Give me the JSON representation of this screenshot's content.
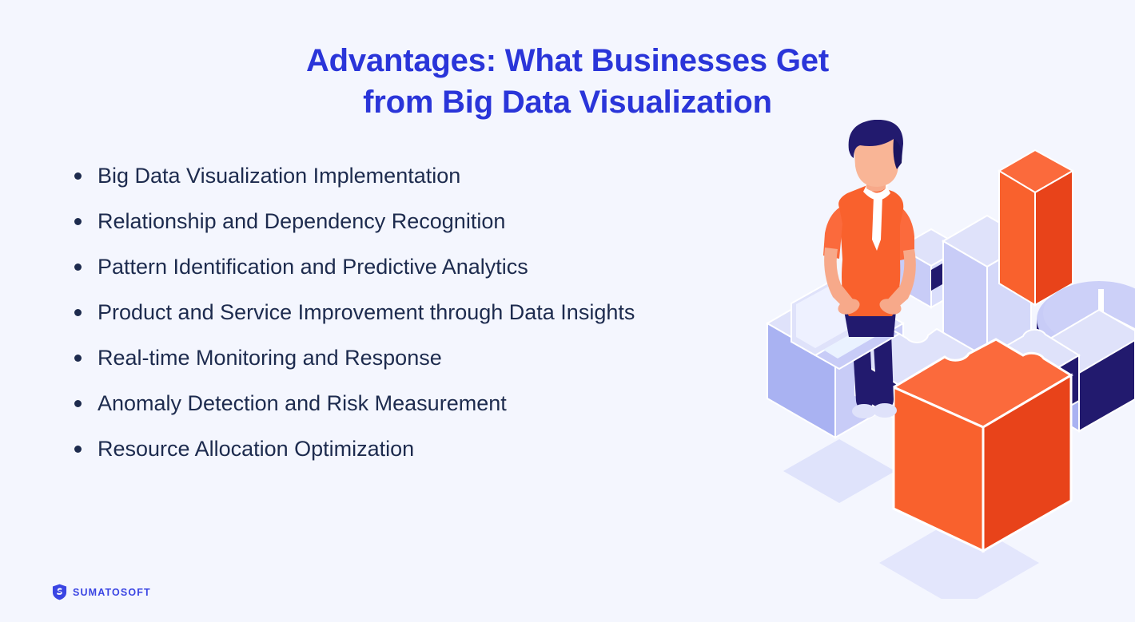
{
  "page": {
    "background_color": "#f4f6fe"
  },
  "title": {
    "line1": "Advantages: What Businesses Get",
    "line2": "from Big Data Visualization",
    "color": "#2a35d9"
  },
  "bullets": {
    "text_color": "#1d2b4e",
    "items": [
      {
        "label": "Big Data Visualization Implementation"
      },
      {
        "label": "Relationship and Dependency Recognition"
      },
      {
        "label": "Pattern Identification and Predictive Analytics"
      },
      {
        "label": "Product and Service Improvement through Data Insights"
      },
      {
        "label": "Real-time Monitoring and Response"
      },
      {
        "label": "Anomaly Detection and Risk Measurement"
      },
      {
        "label": "Resource Allocation Optimization"
      }
    ]
  },
  "logo": {
    "name": "SUMATOSOFT",
    "icon": "shield-s-icon",
    "color": "#3a45e3"
  },
  "illustration": {
    "name": "isometric-big-data-illustration",
    "elements": [
      "person-with-laptop",
      "orange-puzzle-cube",
      "orange-tall-bar",
      "light-blue-cubes",
      "clock-disc",
      "puzzle-platform-blocks"
    ],
    "colors": {
      "orange_top": "#fb6a3c",
      "orange_left": "#f9612d",
      "orange_right": "#e8431a",
      "periwinkle_top": "#dfe2fa",
      "periwinkle_left": "#a9b2f2",
      "periwinkle_right": "#c8ccf7",
      "navy": "#221a6e",
      "navy_dark": "#1a1560",
      "shadow": "#dfe3fb",
      "skin": "#f7a98a",
      "white": "#ffffff"
    }
  }
}
